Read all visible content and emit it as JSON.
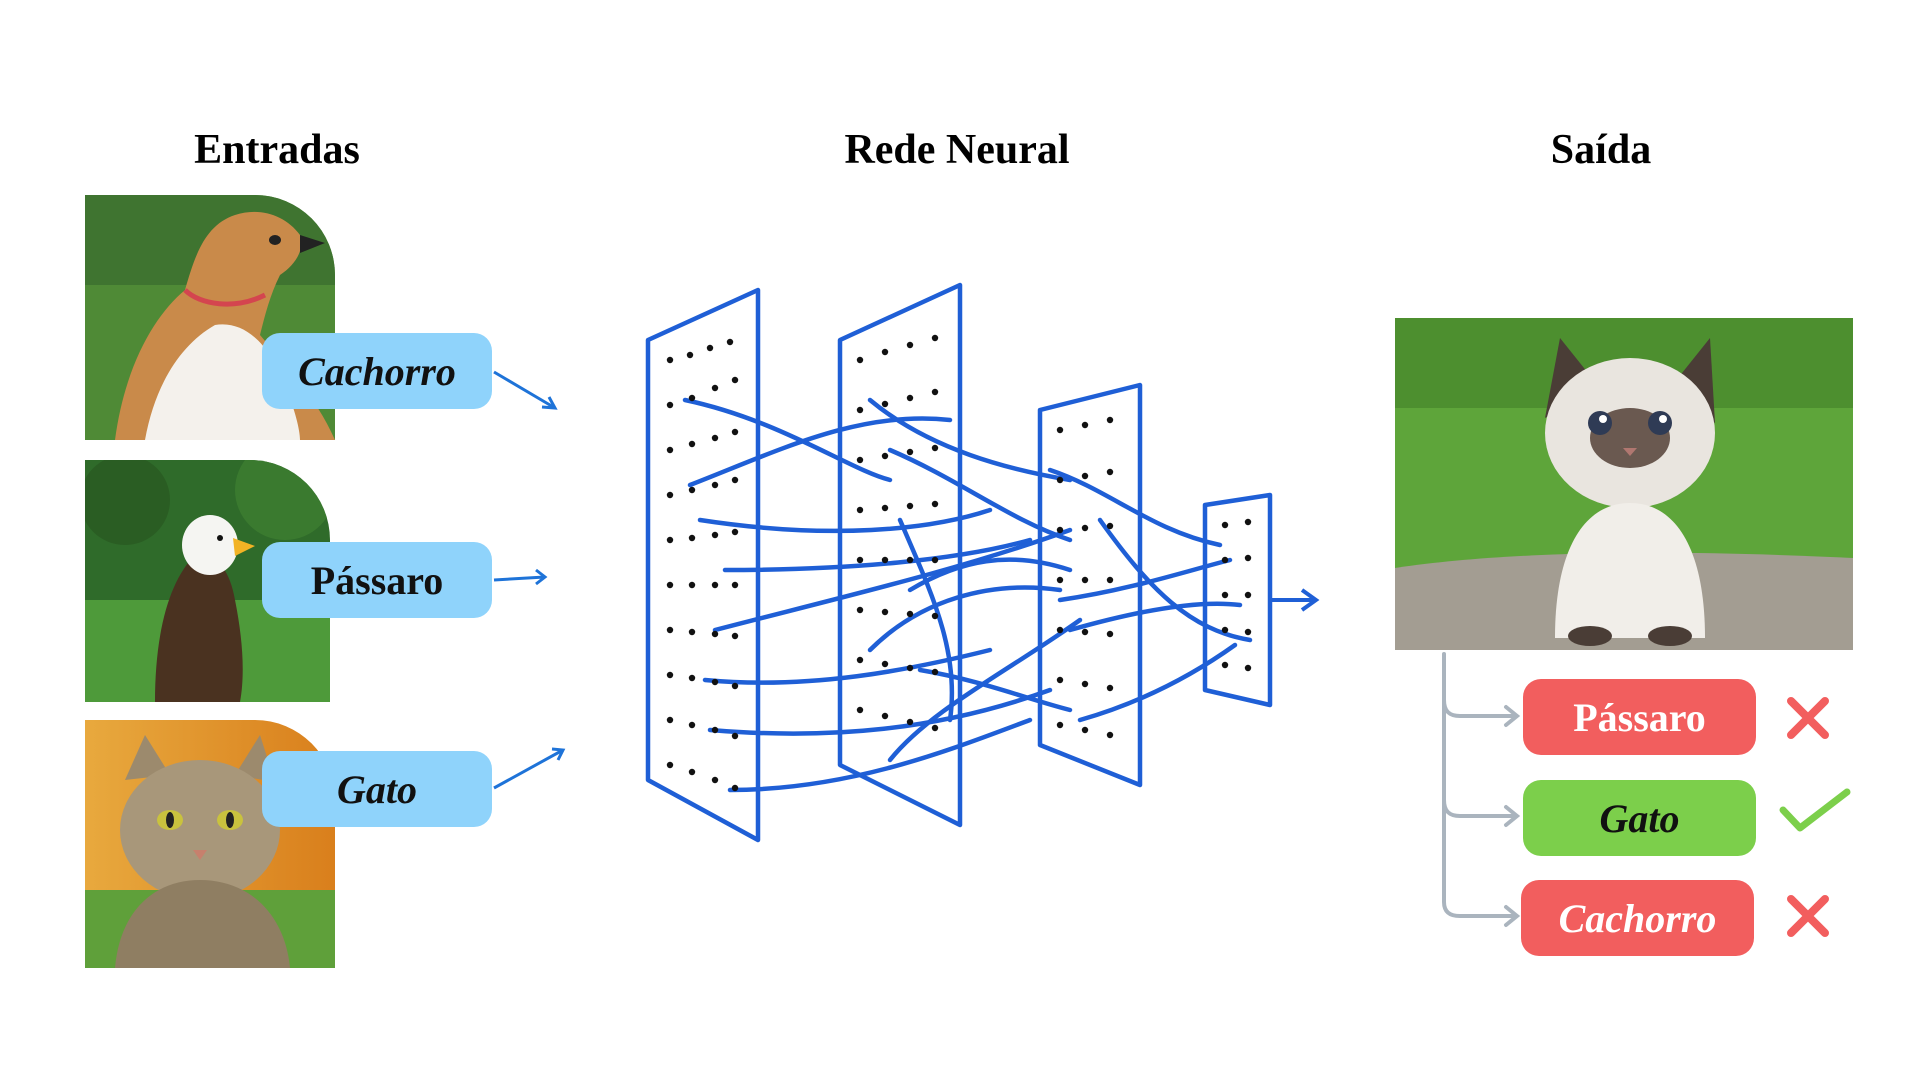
{
  "headings": {
    "inputs": "Entradas",
    "network": "Rede Neural",
    "output": "Saída"
  },
  "inputs": [
    {
      "label": "Cachorro",
      "image": "dog-photo"
    },
    {
      "label": "Pássaro",
      "image": "eagle-photo"
    },
    {
      "label": "Gato",
      "image": "cat-photo"
    }
  ],
  "output": {
    "image": "kitten-photo",
    "predictions": [
      {
        "label": "Pássaro",
        "correct": false,
        "icon": "cross-icon"
      },
      {
        "label": "Gato",
        "correct": true,
        "icon": "check-icon"
      },
      {
        "label": "Cachorro",
        "correct": false,
        "icon": "cross-icon"
      }
    ]
  },
  "colors": {
    "input_label": "#8fd3fb",
    "wrong": "#f25e5e",
    "correct": "#7ccf4b",
    "network_stroke": "#1f5fd6",
    "connector": "#aab4be"
  }
}
